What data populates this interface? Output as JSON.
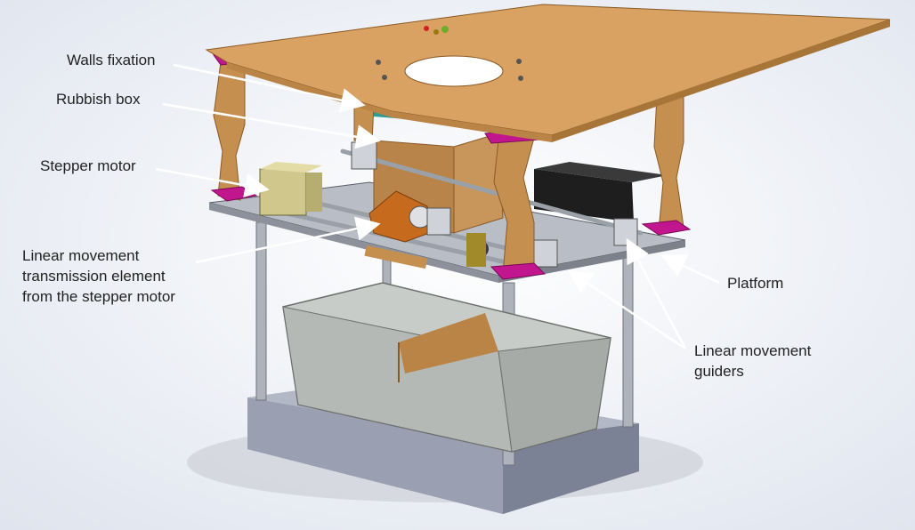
{
  "figure": {
    "background": {
      "center": "#ffffff",
      "edge": "#dfe4ee"
    },
    "colors": {
      "wood": "#d9a262",
      "wood_dark": "#b98445",
      "wood_side": "#c48f4f",
      "pads": "#c2168e",
      "metal": "#aeb2ba",
      "tray_base": "#8f95a8",
      "bin": "#c8ccc8",
      "teal_frame": "#2e9c95",
      "motor_block": "#1e1e1e",
      "stepper": "#cfc78c",
      "bracket": "#c66a1e",
      "arrow": "#ffffff"
    },
    "labels": {
      "walls_fixation": "Walls fixation",
      "rubbish_box": "Rubbish box",
      "stepper_motor": "Stepper motor",
      "transmission": "Linear movement\ntransmission element\nfrom the stepper motor",
      "platform": "Platform",
      "guiders": "Linear movement\nguiders"
    }
  }
}
